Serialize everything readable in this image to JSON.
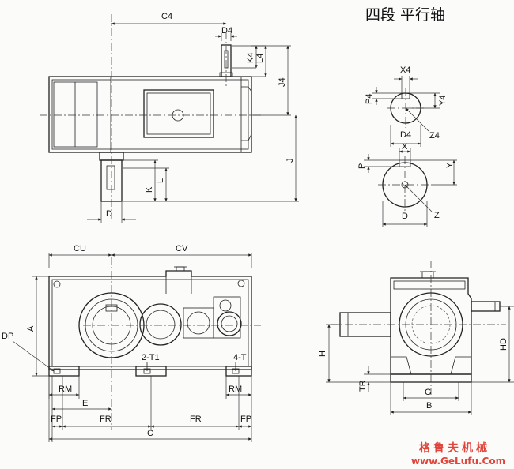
{
  "title": "四段   平行轴",
  "watermark": {
    "cn": "格鲁夫机械",
    "url": "www.GeLufu.Com",
    "color": "#e0443a"
  },
  "labels": {
    "C4": "C4",
    "D4_top": "D4",
    "K4": "K4",
    "L4": "L4",
    "J4": "J4",
    "J": "J",
    "K": "K",
    "L": "L",
    "D": "D",
    "X4": "X4",
    "P4": "P4",
    "Y4": "Y4",
    "D4_sec": "D4",
    "Z4": "Z4",
    "X": "X",
    "P": "P",
    "Y": "Y",
    "D_sec": "D",
    "Z": "Z",
    "CU": "CU",
    "CV": "CV",
    "A": "A",
    "DP": "DP",
    "RM_l": "RM",
    "RM_r": "RM",
    "E": "E",
    "FP_l": "FP",
    "FR_l": "FR",
    "FR_r": "FR",
    "FP_r": "FP",
    "C": "C",
    "T1": "2-T1",
    "T": "4-T",
    "H": "H",
    "HD": "HD",
    "TR": "TR",
    "G": "G",
    "B": "B"
  }
}
